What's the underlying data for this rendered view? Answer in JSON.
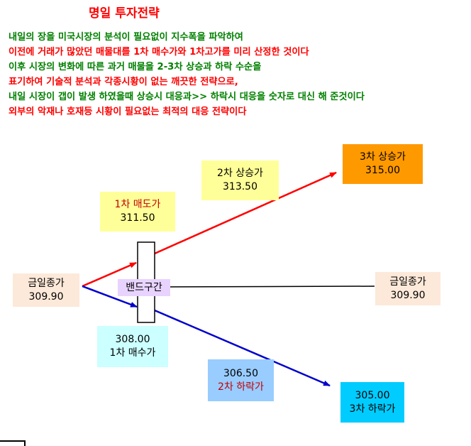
{
  "title": "명일 투자전략",
  "intro_lines": [
    {
      "text": "내일의 장을 미국시장의 분석이 필요없이 지수폭을 파악하여",
      "color": "#008000"
    },
    {
      "text": "이전에 거래가 많았던 매물대를 1차 매수가와 1차고가를 미리 산정한 것이다",
      "color": "#ff0000"
    },
    {
      "text": "이후 시장의 변화에 따른 과거 매물을 2-3차 상승과 하락 수순을",
      "color": "#008000"
    },
    {
      "text": "표기하여 기술적  분석과 각종시황이 없는 깨끗한 전략으로,",
      "color": "#ff0000"
    },
    {
      "text": "내일 시장이 갭이 발생 하였을때 상승시 대응과>> 하락시 대응을 숫자로 대신 해 준것이다",
      "color": "#008000"
    },
    {
      "text": "외부의 악재나 호재등  시황이 필요없는 최적의 대응 전략이다",
      "color": "#ff0000"
    }
  ],
  "diagram": {
    "close_left": {
      "label": "금일종가",
      "value": "309.90",
      "color": "#fde9d9"
    },
    "close_right": {
      "label": "금일종가",
      "value": "309.90",
      "color": "#fde9d9"
    },
    "band": {
      "label": "밴드구간",
      "color": "#e8d3ff"
    },
    "sell1": {
      "label": "1차 매도가",
      "value": "311.50",
      "color": "#ffff99"
    },
    "rise2": {
      "label": "2차 상승가",
      "value": "313.50",
      "color": "#ffff99"
    },
    "rise3": {
      "label": "3차 상승가",
      "value": "315.00",
      "color": "#ff9900"
    },
    "buy1": {
      "value": "308.00",
      "label": "1차 매수가",
      "color": "#ccffff"
    },
    "fall2": {
      "value": "306.50",
      "label": "2차 하락가",
      "color": "#99ccff"
    },
    "fall3": {
      "value": "305.00",
      "label": "3차 하락가",
      "color": "#00ccff"
    },
    "up_arrow_color": "#ff0000",
    "down_arrow_color": "#0000cc",
    "flat_line_color": "#000000"
  }
}
